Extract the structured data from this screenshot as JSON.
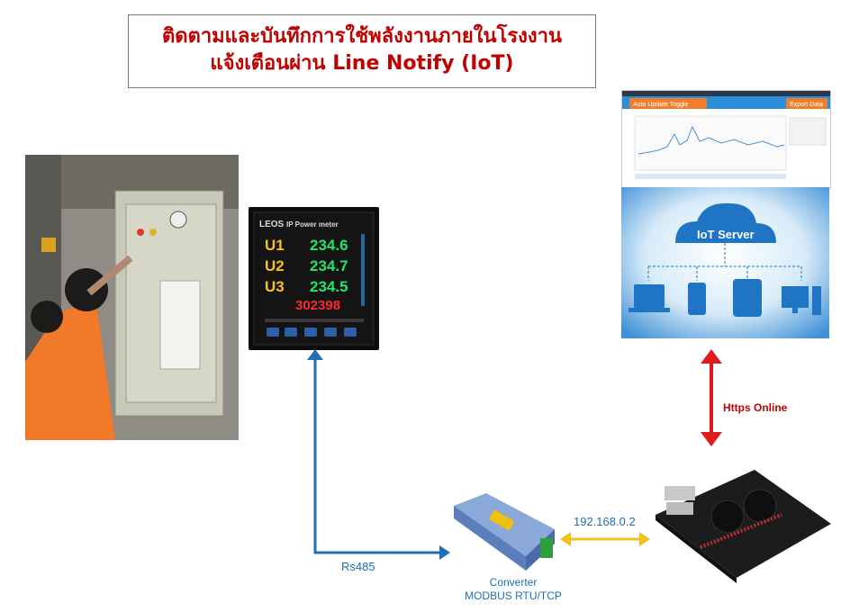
{
  "title": {
    "line1": "ติดตามและบันทึกการใช้พลังงานภายในโรงงาน",
    "line2": "แจ้งเตือนผ่าน Line Notify (IoT)"
  },
  "power_meter": {
    "brand": "LEOS",
    "model": "IP Power meter",
    "rows": [
      {
        "label": "U1",
        "value": "234.6"
      },
      {
        "label": "U2",
        "value": "234.7"
      },
      {
        "label": "U3",
        "value": "234.5"
      }
    ],
    "energy_value": "302398"
  },
  "dashboard": {
    "toggle_label": "Auto Update Toggle",
    "export_label": "Export Data"
  },
  "iot_server": {
    "label": "IoT Server"
  },
  "connections": {
    "rs485": "Rs485",
    "ip": "192.168.0.2",
    "https": "Https Online"
  },
  "converter": {
    "line1": "Converter",
    "line2": "MODBUS RTU/TCP"
  },
  "colors": {
    "title_red": "#c00000",
    "link_blue": "#1f6fb5",
    "ip_yellow": "#f2c21b",
    "https_red": "#e01b1b",
    "server_blue": "#1f74c4"
  }
}
